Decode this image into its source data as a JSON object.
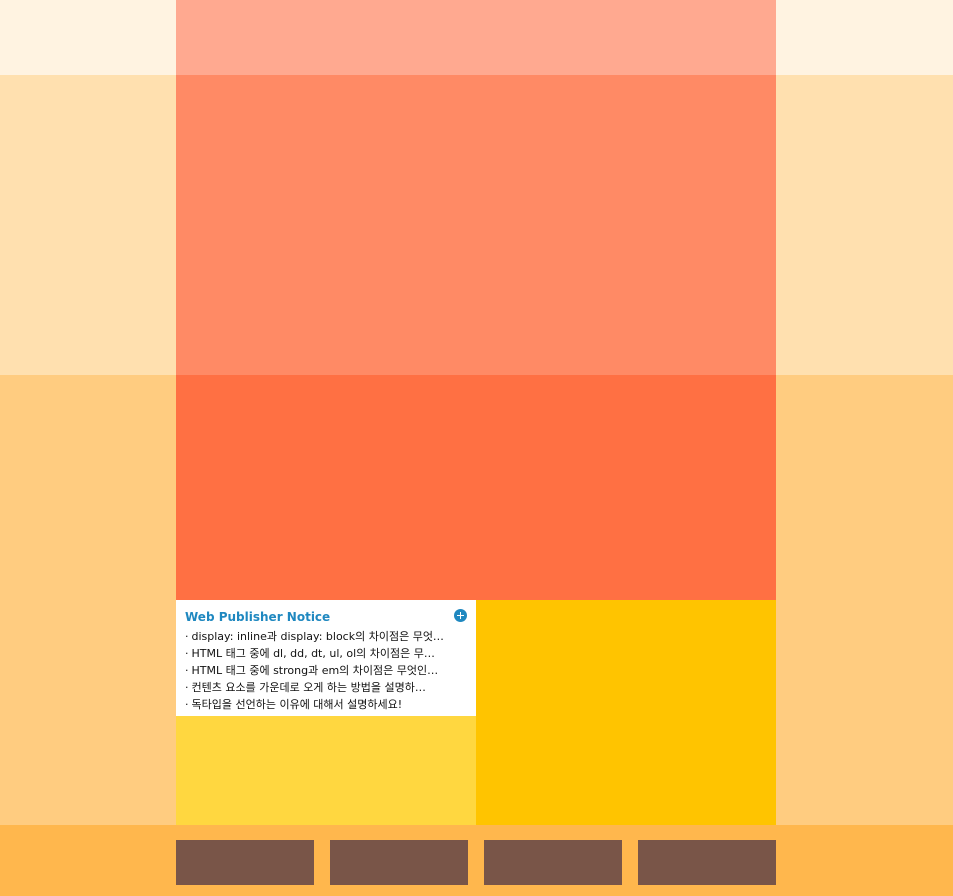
{
  "colors": {
    "header_band": "#fff3e1",
    "header_center": "#ffa990",
    "banner_band": "#ffe0af",
    "banner_center": "#ff8a65",
    "content_band": "#ffcc80",
    "content_top": "#ff7043",
    "content_left": "#ffd740",
    "content_right": "#ffc400",
    "footer_band": "#ffb74d",
    "footer_button": "#795548",
    "notice_title": "#1f88c0"
  },
  "notice": {
    "title": "Web Publisher Notice",
    "more_icon": "plus-circle-icon",
    "items": [
      {
        "bullet": "·",
        "text": "display: inline과 display: block의 차이점은 무엇…"
      },
      {
        "bullet": "·",
        "text": "HTML 태그 중에 dl, dd, dt, ul, ol의 차이점은 무…"
      },
      {
        "bullet": "·",
        "text": "HTML 태그 중에 strong과 em의 차이점은 무엇인…"
      },
      {
        "bullet": "·",
        "text": "컨텐츠 요소를 가운데로 오게 하는 방법을 설명하…"
      },
      {
        "bullet": "·",
        "text": "독타입을 선언하는 이유에 대해서 설명하세요!"
      }
    ]
  },
  "footer": {
    "buttons": [
      {
        "name": "footer-button-1"
      },
      {
        "name": "footer-button-2"
      },
      {
        "name": "footer-button-3"
      },
      {
        "name": "footer-button-4"
      }
    ]
  }
}
